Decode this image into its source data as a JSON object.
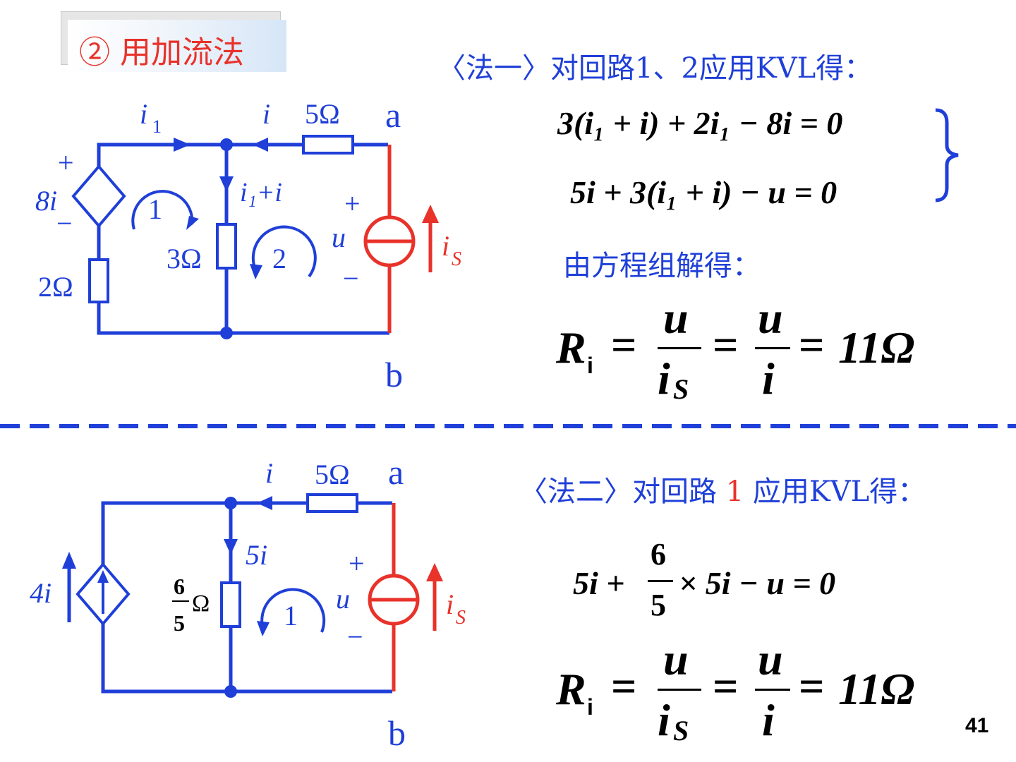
{
  "title": "② 用加流法",
  "method1": {
    "heading": "〈法一〉对回路1、2应用KVL得：",
    "eq1": "3(i₁ + i) + 2i₁ − 8i = 0",
    "eq2": "5i + 3(i₁ + i) − u = 0",
    "solve_label": "由方程组解得：",
    "result": {
      "lhs": "R",
      "lhs_sub": "i",
      "num1": "u",
      "den1": "i",
      "den1_sub": "S",
      "num2": "u",
      "den2": "i",
      "value": "11Ω"
    }
  },
  "method2": {
    "heading_pre": "〈法二〉对回路 ",
    "heading_loop": "1",
    "heading_post": " 应用KVL得：",
    "eq_pre": "5i +",
    "eq_frac_num": "6",
    "eq_frac_den": "5",
    "eq_post": "× 5i − u = 0",
    "result": {
      "lhs": "R",
      "lhs_sub": "i",
      "num1": "u",
      "den1": "i",
      "den1_sub": "S",
      "num2": "u",
      "den2": "i",
      "value": "11Ω"
    }
  },
  "circuit1": {
    "node_a": "a",
    "node_b": "b",
    "r_top": "5Ω",
    "r_mid": "3Ω",
    "r_left": "2Ω",
    "i1": "i",
    "i1_sub": "1",
    "i": "i",
    "branch_current": "i₁+i",
    "dep_source": "8i",
    "plus": "+",
    "minus": "−",
    "loop1": "1",
    "loop2": "2",
    "u": "u",
    "is": "i",
    "is_sub": "S"
  },
  "circuit2": {
    "node_a": "a",
    "node_b": "b",
    "r_top": "5Ω",
    "r_mid_num": "6",
    "r_mid_den": "5",
    "r_mid_unit": "Ω",
    "i": "i",
    "branch_current": "5i",
    "dep_source": "4i",
    "plus": "+",
    "minus": "−",
    "loop1": "1",
    "u": "u",
    "is": "i",
    "is_sub": "S"
  },
  "page_number": "41",
  "colors": {
    "wire": "#1f3fd8",
    "source": "#e8322a",
    "text_blue": "#1f3fd8",
    "text_red": "#e8322a"
  }
}
